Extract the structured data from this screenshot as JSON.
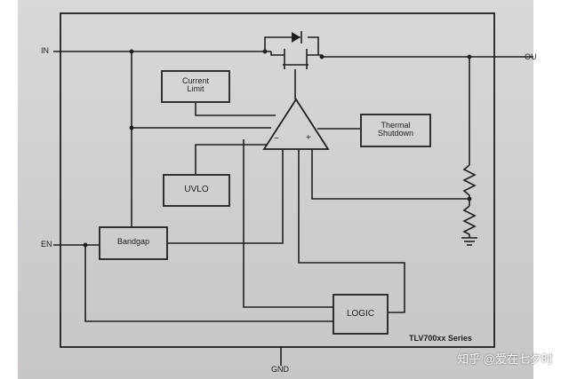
{
  "pins": {
    "in": "IN",
    "out": "OU",
    "en": "EN",
    "gnd": "GND"
  },
  "blocks": {
    "current_limit": [
      "Current",
      "Limit"
    ],
    "thermal_shutdown": [
      "Thermal",
      "Shutdown"
    ],
    "uvlo": "UVLO",
    "bandgap": "Bandgap",
    "logic": "LOGIC"
  },
  "amplifier": {
    "minus": "−",
    "plus": "+"
  },
  "series_label": "TLV700xx Series",
  "watermark": "知乎 @爱在七夕时"
}
